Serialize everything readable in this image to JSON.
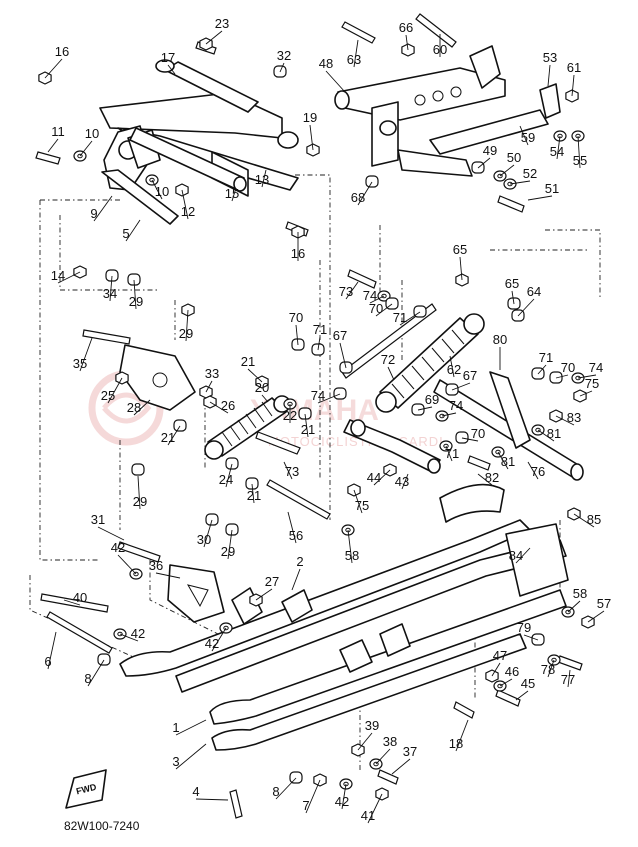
{
  "diagram": {
    "catalog_code": "82W100-7240",
    "fwd_label": "FWD",
    "watermark": {
      "text": "YAMAHA",
      "subtext": "MOTOCICLISTICO CARDI"
    },
    "callouts": [
      {
        "id": "c16a",
        "text": "16"
      },
      {
        "id": "c23",
        "text": "23"
      },
      {
        "id": "c17",
        "text": "17"
      },
      {
        "id": "c32",
        "text": "32"
      },
      {
        "id": "c63",
        "text": "63"
      },
      {
        "id": "c66",
        "text": "66"
      },
      {
        "id": "c60",
        "text": "60"
      },
      {
        "id": "c48",
        "text": "48"
      },
      {
        "id": "c53",
        "text": "53"
      },
      {
        "id": "c61",
        "text": "61"
      },
      {
        "id": "c11",
        "text": "11"
      },
      {
        "id": "c10a",
        "text": "10"
      },
      {
        "id": "c19",
        "text": "19"
      },
      {
        "id": "c59",
        "text": "59"
      },
      {
        "id": "c54",
        "text": "54"
      },
      {
        "id": "c55",
        "text": "55"
      },
      {
        "id": "c49",
        "text": "49"
      },
      {
        "id": "c50",
        "text": "50"
      },
      {
        "id": "c13",
        "text": "13"
      },
      {
        "id": "c10b",
        "text": "10"
      },
      {
        "id": "c12",
        "text": "12"
      },
      {
        "id": "c9",
        "text": "9"
      },
      {
        "id": "c15",
        "text": "15"
      },
      {
        "id": "c52",
        "text": "52"
      },
      {
        "id": "c51",
        "text": "51"
      },
      {
        "id": "c68",
        "text": "68"
      },
      {
        "id": "c5",
        "text": "5"
      },
      {
        "id": "c16b",
        "text": "16"
      },
      {
        "id": "c65a",
        "text": "65"
      },
      {
        "id": "c14",
        "text": "14"
      },
      {
        "id": "c34",
        "text": "34"
      },
      {
        "id": "c29a",
        "text": "29"
      },
      {
        "id": "c73a",
        "text": "73"
      },
      {
        "id": "c74a",
        "text": "74"
      },
      {
        "id": "c70a",
        "text": "70"
      },
      {
        "id": "c71a",
        "text": "71"
      },
      {
        "id": "c65b",
        "text": "65"
      },
      {
        "id": "c64",
        "text": "64"
      },
      {
        "id": "c29b",
        "text": "29"
      },
      {
        "id": "c70b",
        "text": "70"
      },
      {
        "id": "c71b",
        "text": "71"
      },
      {
        "id": "c67a",
        "text": "67"
      },
      {
        "id": "c35",
        "text": "35"
      },
      {
        "id": "c72",
        "text": "72"
      },
      {
        "id": "c62",
        "text": "62"
      },
      {
        "id": "c80",
        "text": "80"
      },
      {
        "id": "c21a",
        "text": "21"
      },
      {
        "id": "c33",
        "text": "33"
      },
      {
        "id": "c25",
        "text": "25"
      },
      {
        "id": "c20",
        "text": "20"
      },
      {
        "id": "c71c",
        "text": "71"
      },
      {
        "id": "c70c",
        "text": "70"
      },
      {
        "id": "c74b",
        "text": "74"
      },
      {
        "id": "c75a",
        "text": "75"
      },
      {
        "id": "c67b",
        "text": "67"
      },
      {
        "id": "c26",
        "text": "26"
      },
      {
        "id": "c74c",
        "text": "74"
      },
      {
        "id": "c28",
        "text": "28"
      },
      {
        "id": "c22",
        "text": "22"
      },
      {
        "id": "c21b",
        "text": "21"
      },
      {
        "id": "c69",
        "text": "69"
      },
      {
        "id": "c74d",
        "text": "74"
      },
      {
        "id": "c83",
        "text": "83"
      },
      {
        "id": "c81a",
        "text": "81"
      },
      {
        "id": "c21c",
        "text": "21"
      },
      {
        "id": "c70d",
        "text": "70"
      },
      {
        "id": "c71d",
        "text": "71"
      },
      {
        "id": "c73b",
        "text": "73"
      },
      {
        "id": "c81b",
        "text": "81"
      },
      {
        "id": "c76",
        "text": "76"
      },
      {
        "id": "c44",
        "text": "44"
      },
      {
        "id": "c43",
        "text": "43"
      },
      {
        "id": "c82",
        "text": "82"
      },
      {
        "id": "c24",
        "text": "24"
      },
      {
        "id": "c21d",
        "text": "21"
      },
      {
        "id": "c29c",
        "text": "29"
      },
      {
        "id": "c75b",
        "text": "75"
      },
      {
        "id": "c85",
        "text": "85"
      },
      {
        "id": "c31",
        "text": "31"
      },
      {
        "id": "c56",
        "text": "56"
      },
      {
        "id": "c30",
        "text": "30"
      },
      {
        "id": "c29d",
        "text": "29"
      },
      {
        "id": "c58a",
        "text": "58"
      },
      {
        "id": "c84",
        "text": "84"
      },
      {
        "id": "c42a",
        "text": "42"
      },
      {
        "id": "c36",
        "text": "36"
      },
      {
        "id": "c2",
        "text": "2"
      },
      {
        "id": "c27",
        "text": "27"
      },
      {
        "id": "c40",
        "text": "40"
      },
      {
        "id": "c58b",
        "text": "58"
      },
      {
        "id": "c57",
        "text": "57"
      },
      {
        "id": "c42b",
        "text": "42"
      },
      {
        "id": "c42c",
        "text": "42"
      },
      {
        "id": "c79",
        "text": "79"
      },
      {
        "id": "c6",
        "text": "6"
      },
      {
        "id": "c8a",
        "text": "8"
      },
      {
        "id": "c47",
        "text": "47"
      },
      {
        "id": "c46",
        "text": "46"
      },
      {
        "id": "c78",
        "text": "78"
      },
      {
        "id": "c77",
        "text": "77"
      },
      {
        "id": "c45",
        "text": "45"
      },
      {
        "id": "c1",
        "text": "1"
      },
      {
        "id": "c39",
        "text": "39"
      },
      {
        "id": "c18",
        "text": "18"
      },
      {
        "id": "c3",
        "text": "3"
      },
      {
        "id": "c38",
        "text": "38"
      },
      {
        "id": "c37",
        "text": "37"
      },
      {
        "id": "c4",
        "text": "4"
      },
      {
        "id": "c8b",
        "text": "8"
      },
      {
        "id": "c7",
        "text": "7"
      },
      {
        "id": "c42d",
        "text": "42"
      },
      {
        "id": "c41",
        "text": "41"
      }
    ]
  }
}
